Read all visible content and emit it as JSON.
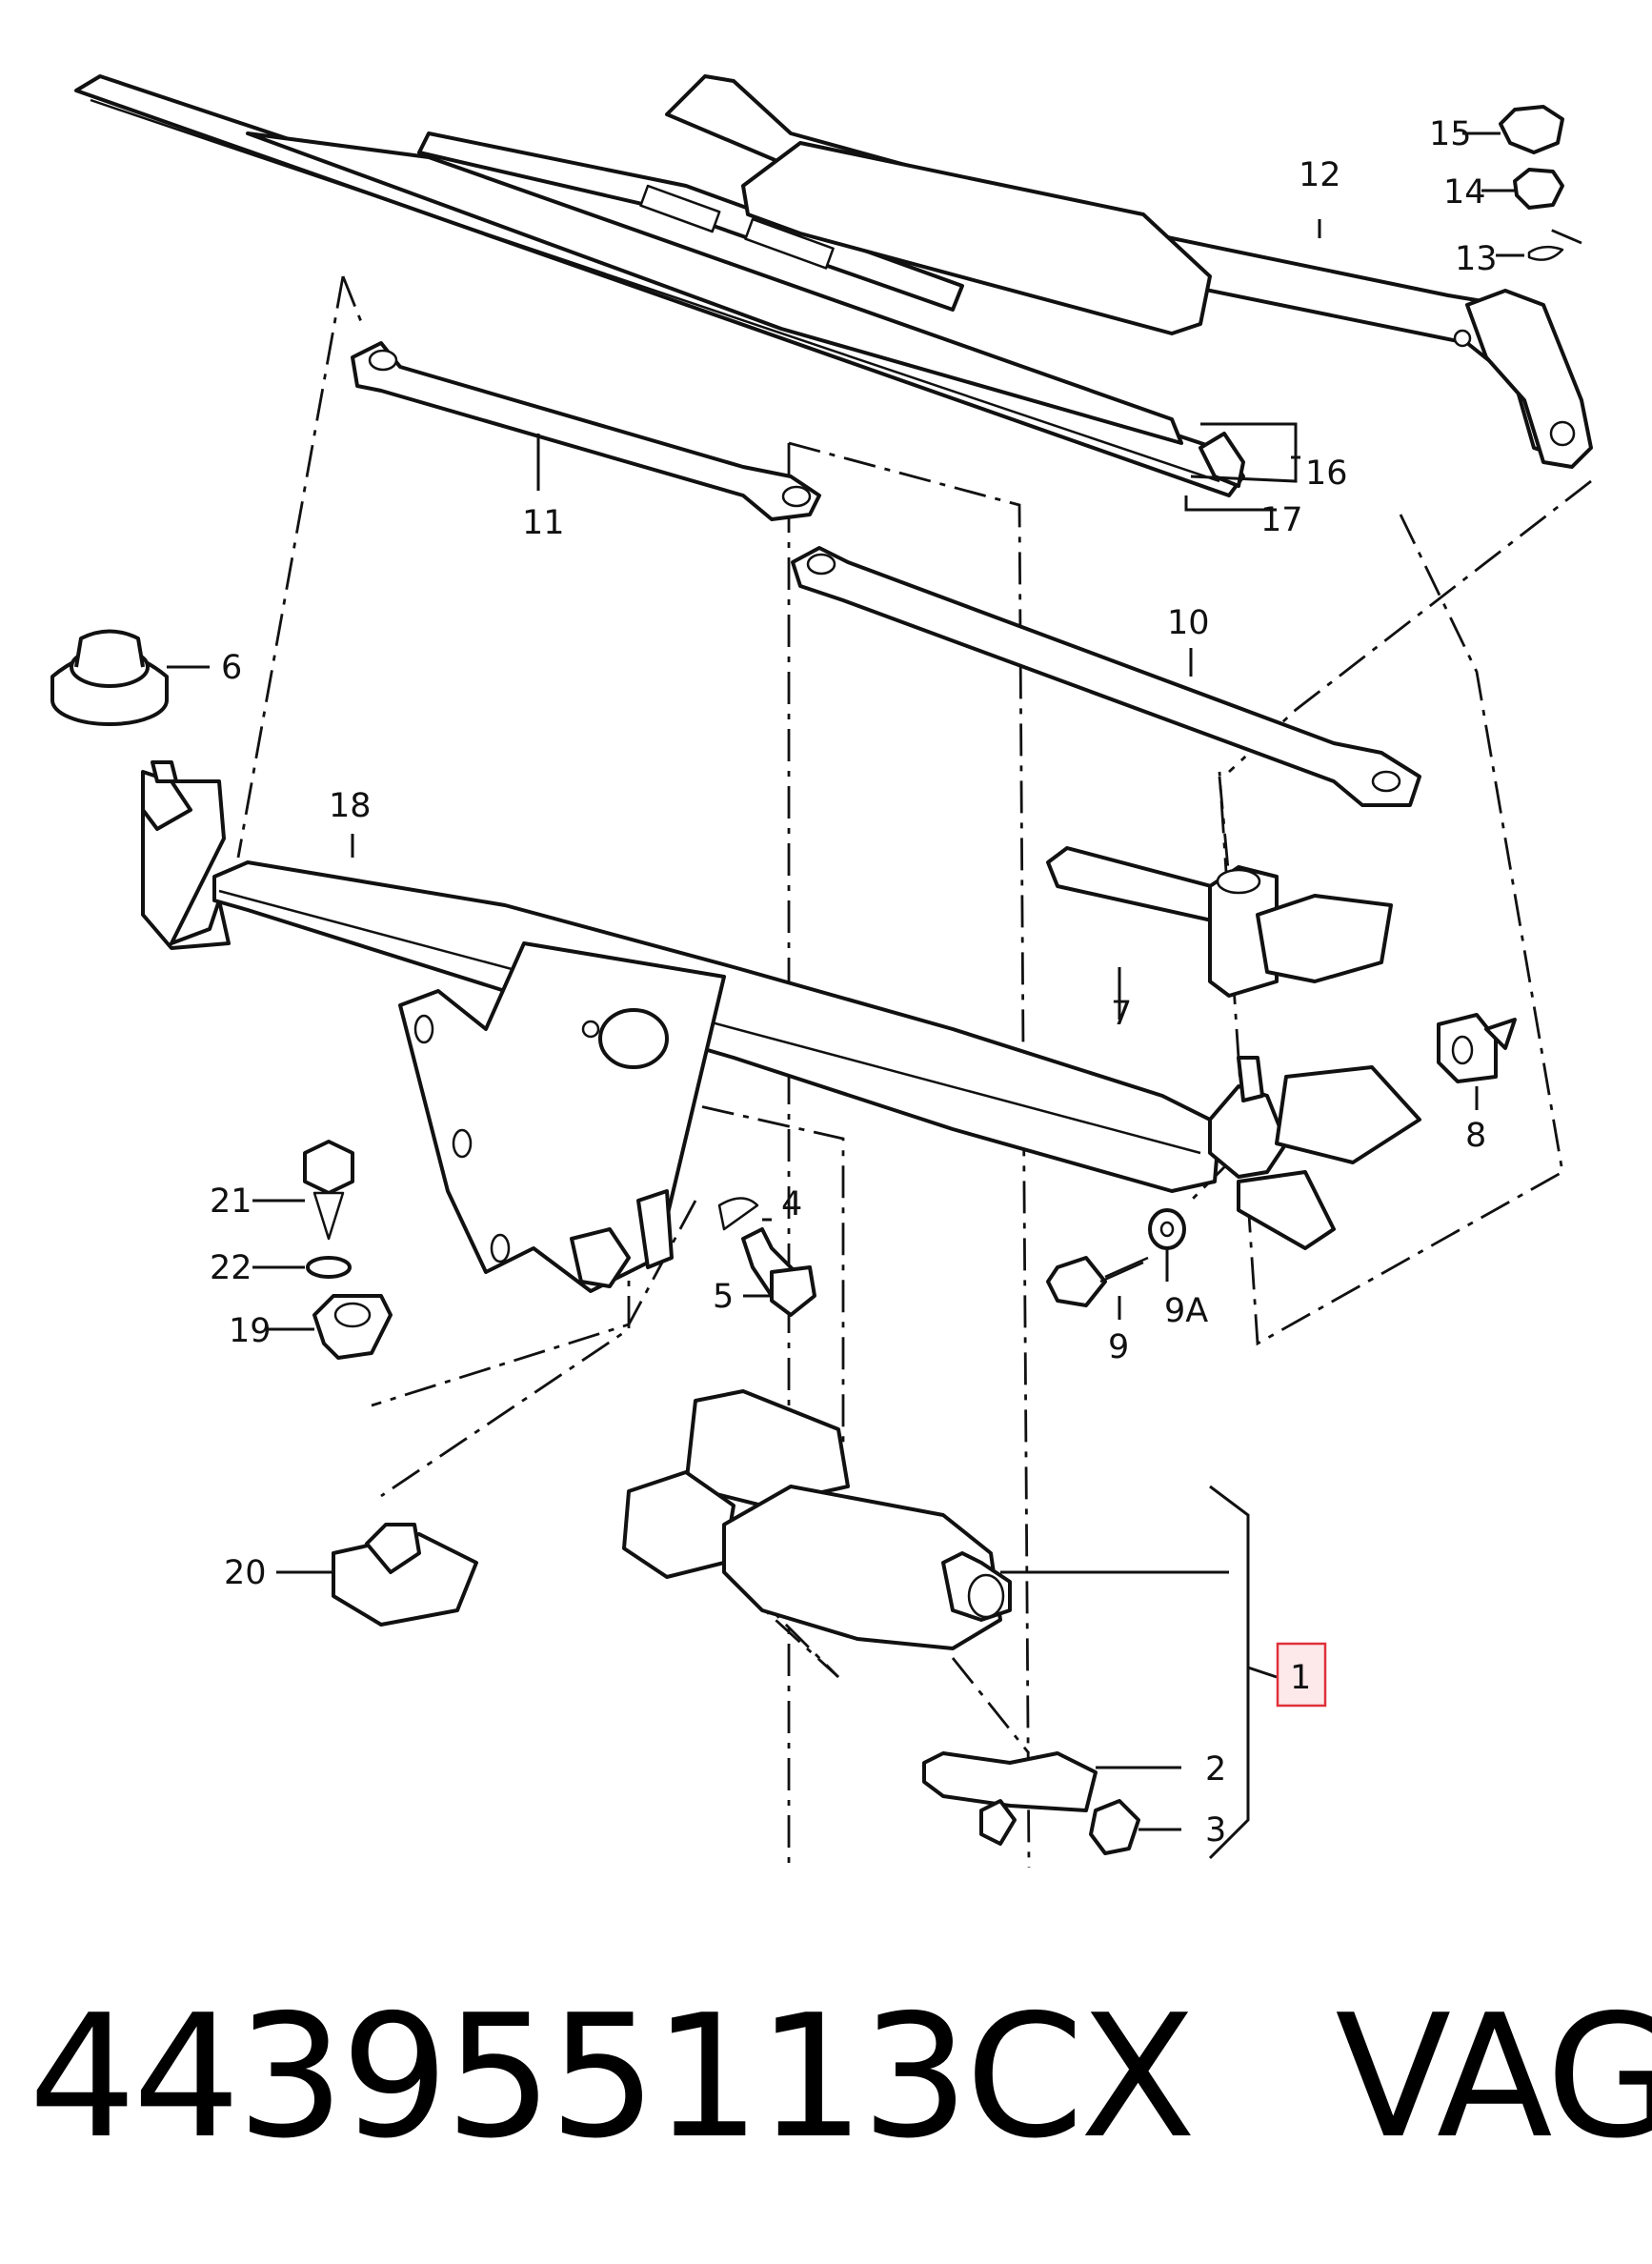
{
  "diagram": {
    "callouts": [
      {
        "id": "1",
        "label": "1",
        "highlighted": true
      },
      {
        "id": "2",
        "label": "2"
      },
      {
        "id": "3",
        "label": "3"
      },
      {
        "id": "4",
        "label": "4"
      },
      {
        "id": "5",
        "label": "5"
      },
      {
        "id": "6",
        "label": "6"
      },
      {
        "id": "7",
        "label": "7"
      },
      {
        "id": "8",
        "label": "8"
      },
      {
        "id": "9",
        "label": "9"
      },
      {
        "id": "9A",
        "label": "9A"
      },
      {
        "id": "10",
        "label": "10"
      },
      {
        "id": "11",
        "label": "11"
      },
      {
        "id": "12",
        "label": "12"
      },
      {
        "id": "13",
        "label": "13"
      },
      {
        "id": "14",
        "label": "14"
      },
      {
        "id": "15",
        "label": "15"
      },
      {
        "id": "16",
        "label": "16"
      },
      {
        "id": "17",
        "label": "17"
      },
      {
        "id": "18",
        "label": "18"
      },
      {
        "id": "19",
        "label": "19"
      },
      {
        "id": "20",
        "label": "20"
      },
      {
        "id": "21",
        "label": "21"
      },
      {
        "id": "22",
        "label": "22"
      }
    ],
    "highlight_color": "#e0303a",
    "line_color": "#111111"
  },
  "footer": {
    "part_number": "443955113CX",
    "brand": "VAG"
  }
}
